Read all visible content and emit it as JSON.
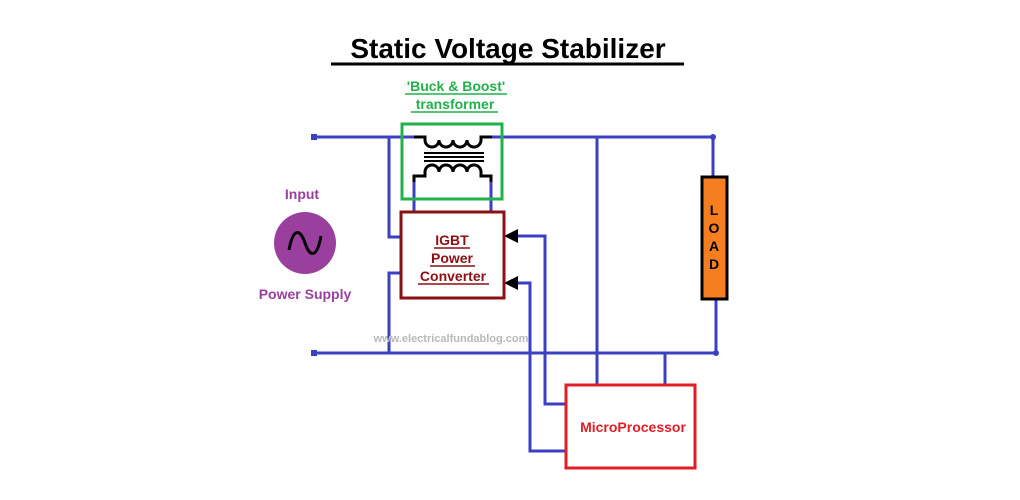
{
  "title": "Static Voltage Stabilizer",
  "transformer": {
    "label_line1": "'Buck & Boost'",
    "label_line2": "transformer",
    "icon": "transformer-icon"
  },
  "input": {
    "label_top": "Input",
    "label_bottom": "Power Supply",
    "icon": "ac-source-icon",
    "symbol": "∿"
  },
  "converter": {
    "line1": "IGBT",
    "line2": "Power",
    "line3": "Converter"
  },
  "load": {
    "letters": [
      "L",
      "O",
      "A",
      "D"
    ]
  },
  "microprocessor": {
    "label": "MicroProcessor"
  },
  "watermark": "www.electricalfundablog.com",
  "colors": {
    "wire": "#3b3fc4",
    "transformer_box": "#21b14b",
    "converter_box": "#8b0f14",
    "micro_box": "#e31d24",
    "load_fill": "#f57f20",
    "source_fill": "#9b3f9e"
  }
}
